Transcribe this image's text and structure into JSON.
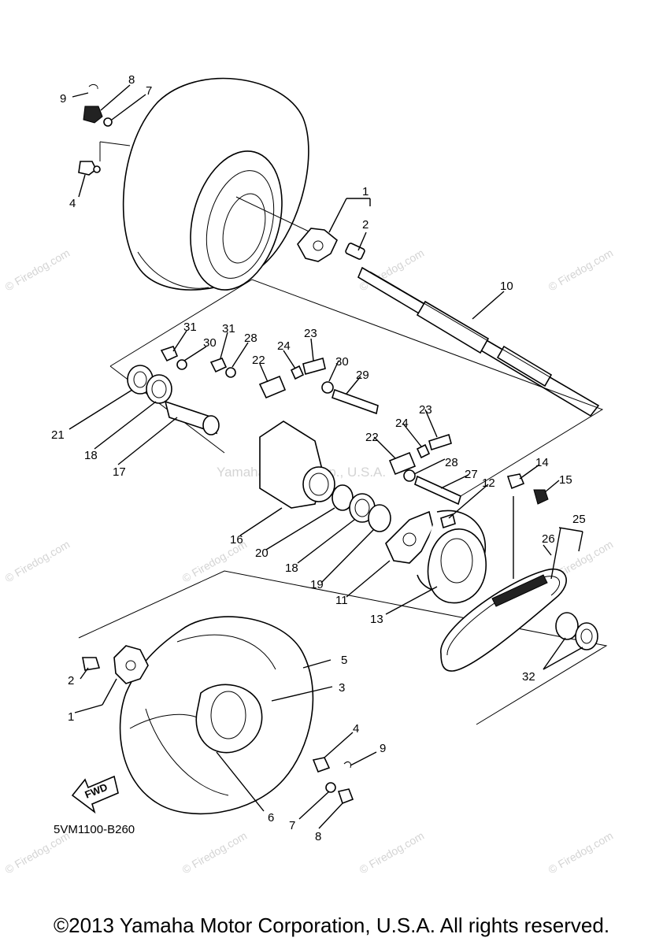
{
  "diagram": {
    "code": "5VM1100-B260",
    "fwd_label": "FWD",
    "copyright": "©2013 Yamaha Motor Corporation, U.S.A. All rights reserved.",
    "watermark_firedog": "© Firedog.com",
    "watermark_yamaha": "Yamaha Motor Corp., U.S.A.",
    "callouts": {
      "c9a": "9",
      "c8a": "8",
      "c7a": "7",
      "c4a": "4",
      "c1a": "1",
      "c2a": "2",
      "c10": "10",
      "c31a": "31",
      "c30a": "30",
      "c31b": "31",
      "c28a": "28",
      "c24a": "24",
      "c23a": "23",
      "c22a": "22",
      "c30b": "30",
      "c29": "29",
      "c21": "21",
      "c18a": "18",
      "c17": "17",
      "c23b": "23",
      "c24b": "24",
      "c22b": "22",
      "c28b": "28",
      "c27": "27",
      "c12": "12",
      "c14": "14",
      "c15": "15",
      "c16": "16",
      "c20": "20",
      "c18b": "18",
      "c19": "19",
      "c11": "11",
      "c13": "13",
      "c25": "25",
      "c26": "26",
      "c5": "5",
      "c3": "3",
      "c2b": "2",
      "c1b": "1",
      "c32": "32",
      "c4b": "4",
      "c9b": "9",
      "c6": "6",
      "c7b": "7",
      "c8b": "8"
    }
  }
}
